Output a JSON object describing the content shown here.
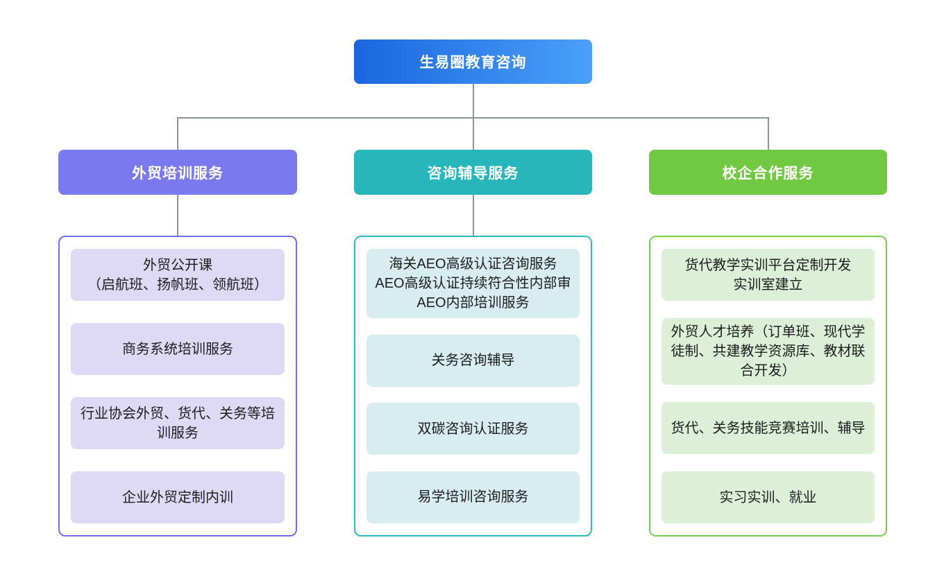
{
  "diagram": {
    "root": {
      "label": "生易圈教育咨询"
    },
    "branches": [
      {
        "label": "外贸培训服务",
        "items": [
          {
            "lines": [
              "外贸公开课",
              "（启航班、扬帆班、领航班）"
            ]
          },
          {
            "lines": [
              "商务系统培训服务"
            ]
          },
          {
            "lines": [
              "行业协会外贸、货代、关务等培训服务"
            ]
          },
          {
            "lines": [
              "企业外贸定制内训"
            ]
          }
        ]
      },
      {
        "label": "咨询辅导服务",
        "items": [
          {
            "lines": [
              "海关AEO高级认证咨询服务",
              "AEO高级认证持续符合性内部审",
              "AEO内部培训服务"
            ]
          },
          {
            "lines": [
              "关务咨询辅导"
            ]
          },
          {
            "lines": [
              "双碳咨询认证服务"
            ]
          },
          {
            "lines": [
              "易学培训咨询服务"
            ]
          }
        ]
      },
      {
        "label": "校企合作服务",
        "items": [
          {
            "lines": [
              "货代教学实训平台定制开发",
              "实训室建立"
            ]
          },
          {
            "lines": [
              "外贸人才培养（订单班、现代学徒制、共建教学资源库、教材联合开发）"
            ]
          },
          {
            "lines": [
              "货代、关务技能竞赛培训、辅导"
            ]
          },
          {
            "lines": [
              "实习实训、就业"
            ]
          }
        ]
      }
    ],
    "colors": {
      "root_gradient_from": "#1b66e0",
      "root_gradient_to": "#4aa0f8",
      "branch_purple_header": "#7b79ef",
      "branch_teal_header": "#27b6bc",
      "branch_green_header": "#71c841",
      "container_border_purple": "#6f6cee",
      "container_border_teal": "#2db9c2",
      "container_border_green": "#79cd50",
      "item_bg_purple": "#dedaf6",
      "item_bg_teal": "#d8edf0",
      "item_bg_green": "#dcf0d8",
      "connector_line": "#8b939b",
      "item_text": "#1d1d1f"
    }
  }
}
